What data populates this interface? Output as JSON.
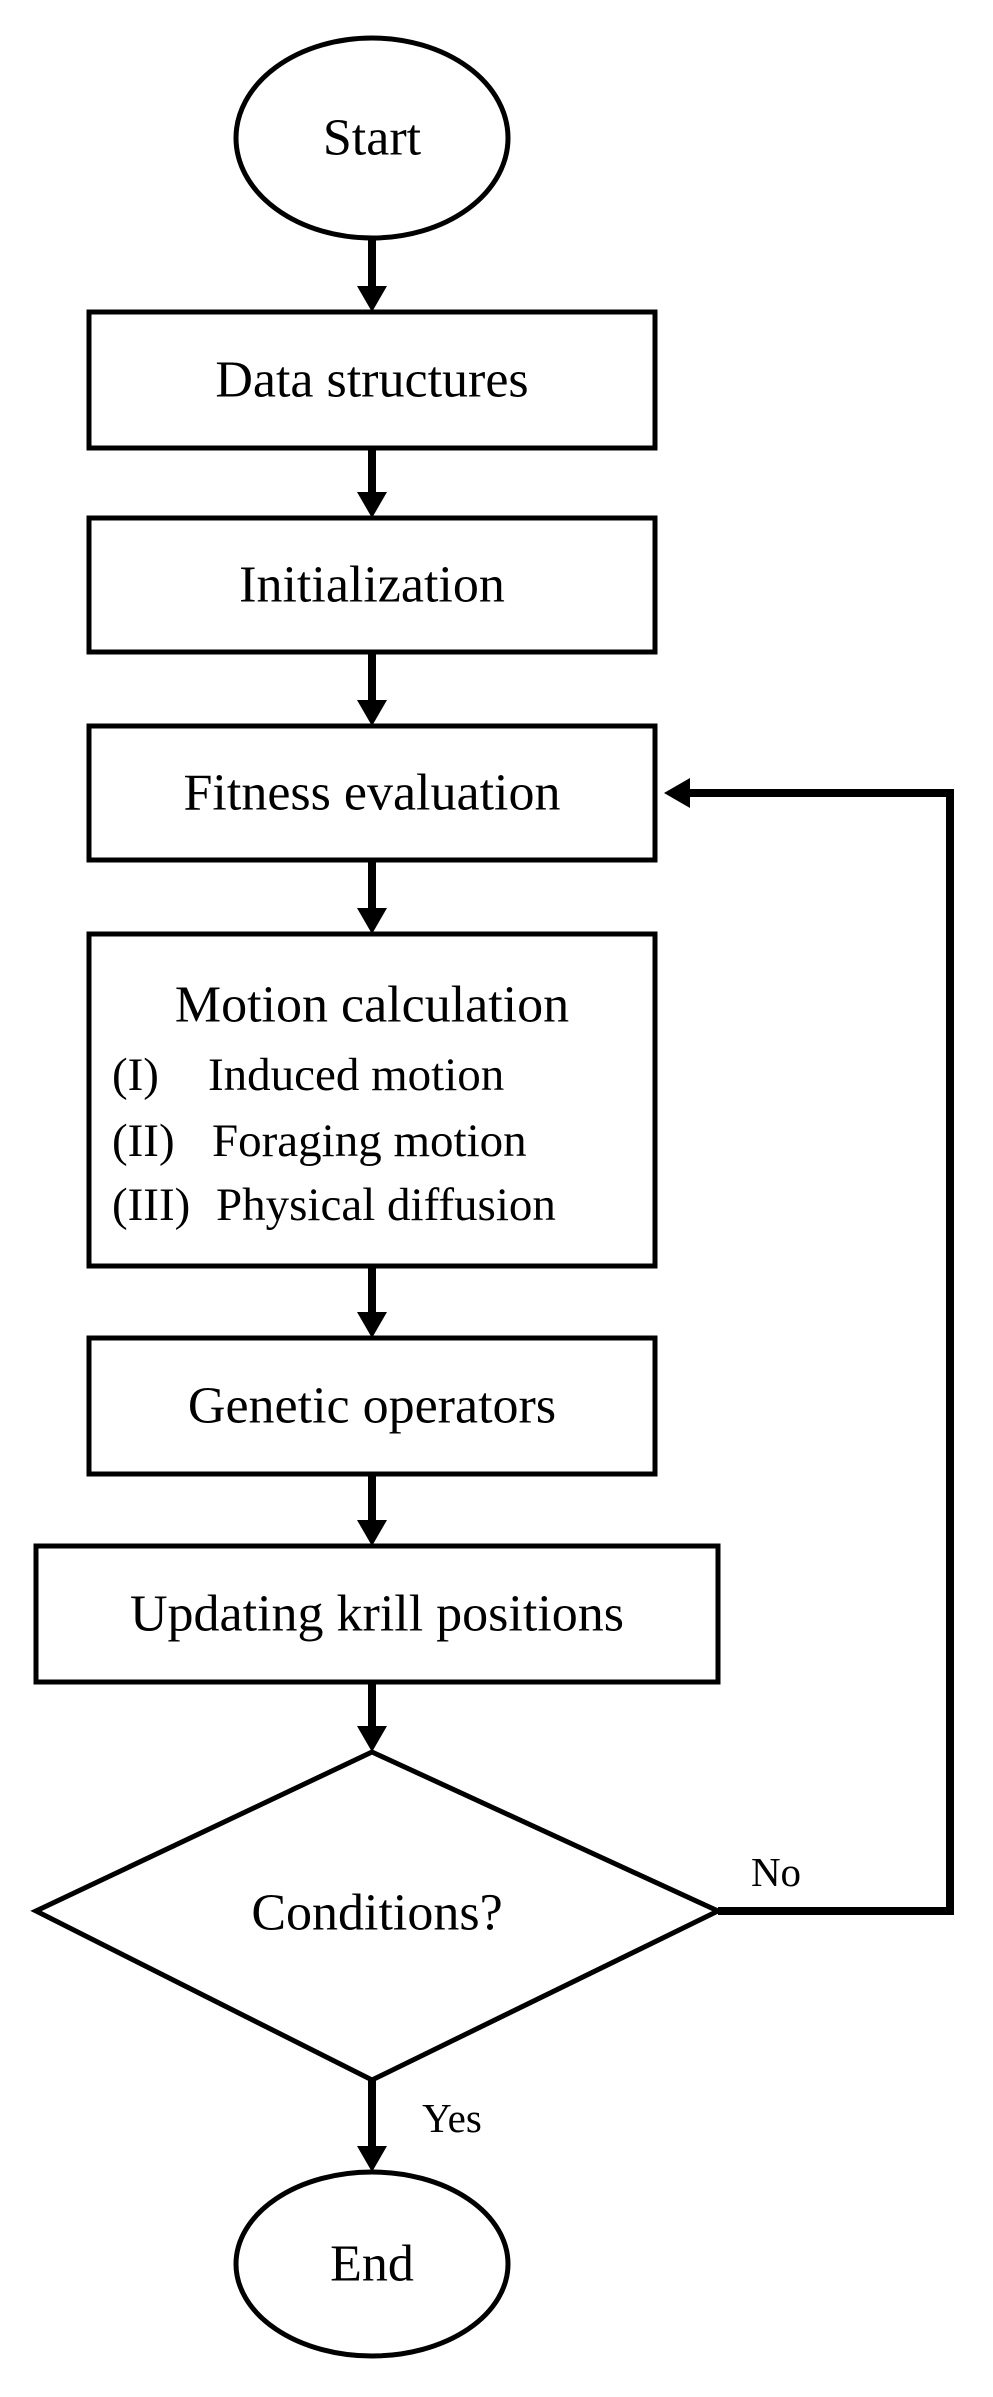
{
  "diagram": {
    "nodes": {
      "start": {
        "label": "Start",
        "shape": "ellipse"
      },
      "data_structures": {
        "label": "Data structures",
        "shape": "rectangle"
      },
      "initialization": {
        "label": "Initialization",
        "shape": "rectangle"
      },
      "fitness_evaluation": {
        "label": "Fitness evaluation",
        "shape": "rectangle"
      },
      "motion_calculation": {
        "label": "Motion calculation",
        "shape": "rectangle",
        "items": [
          {
            "marker": "(I)",
            "text": "Induced motion"
          },
          {
            "marker": "(II)",
            "text": "Foraging motion"
          },
          {
            "marker": "(III)",
            "text": "Physical diffusion"
          }
        ]
      },
      "genetic_operators": {
        "label": "Genetic operators",
        "shape": "rectangle"
      },
      "updating_positions": {
        "label": "Updating krill positions",
        "shape": "rectangle"
      },
      "conditions": {
        "label": "Conditions?",
        "shape": "diamond"
      },
      "end": {
        "label": "End",
        "shape": "ellipse"
      }
    },
    "edges": [
      {
        "from": "start",
        "to": "data_structures",
        "label": ""
      },
      {
        "from": "data_structures",
        "to": "initialization",
        "label": ""
      },
      {
        "from": "initialization",
        "to": "fitness_evaluation",
        "label": ""
      },
      {
        "from": "fitness_evaluation",
        "to": "motion_calculation",
        "label": ""
      },
      {
        "from": "motion_calculation",
        "to": "genetic_operators",
        "label": ""
      },
      {
        "from": "genetic_operators",
        "to": "updating_positions",
        "label": ""
      },
      {
        "from": "updating_positions",
        "to": "conditions",
        "label": ""
      },
      {
        "from": "conditions",
        "to": "fitness_evaluation",
        "label": "No"
      },
      {
        "from": "conditions",
        "to": "end",
        "label": "Yes"
      }
    ]
  }
}
